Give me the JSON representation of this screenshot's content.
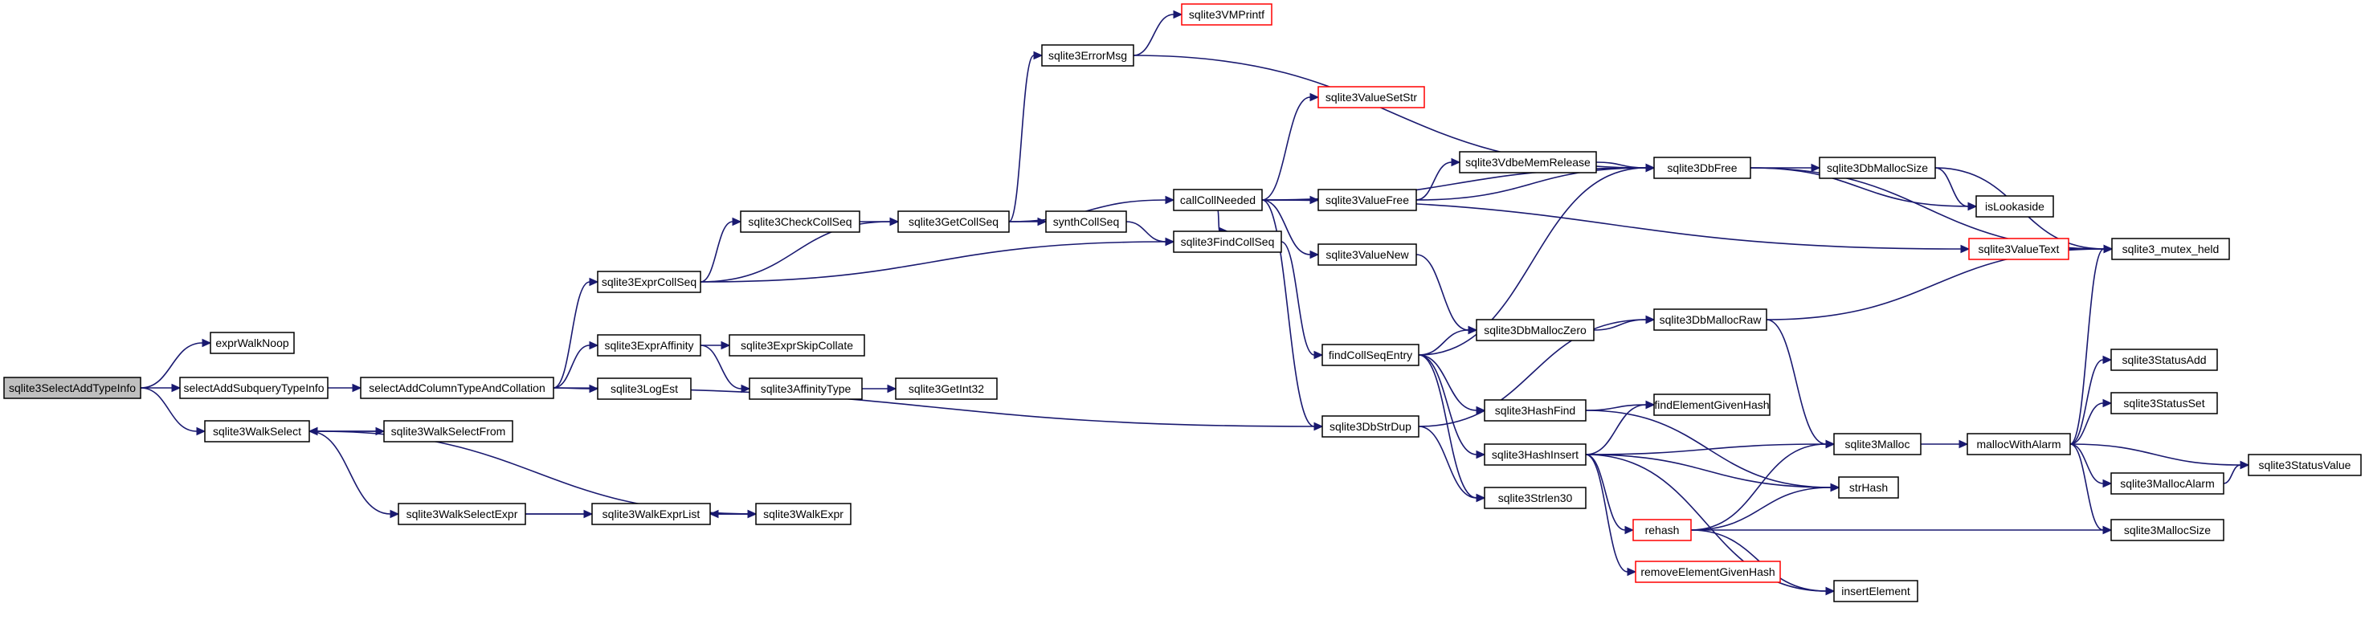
{
  "colors": {
    "edge": "#191970",
    "node_border": "#000000",
    "node_border_truncated": "#ff0000",
    "root_fill": "#bfbfbf",
    "node_fill": "#ffffff"
  },
  "nodes": [
    {
      "id": "n_select_add_type_info",
      "label": "sqlite3SelectAddTypeInfo",
      "root": true
    },
    {
      "id": "n_expr_walk_noop",
      "label": "exprWalkNoop"
    },
    {
      "id": "n_select_add_subquery",
      "label": "selectAddSubqueryTypeInfo"
    },
    {
      "id": "n_walk_select",
      "label": "sqlite3WalkSelect"
    },
    {
      "id": "n_select_add_column",
      "label": "selectAddColumnTypeAndCollation"
    },
    {
      "id": "n_walk_select_from",
      "label": "sqlite3WalkSelectFrom"
    },
    {
      "id": "n_walk_select_expr",
      "label": "sqlite3WalkSelectExpr"
    },
    {
      "id": "n_expr_coll_seq",
      "label": "sqlite3ExprCollSeq"
    },
    {
      "id": "n_expr_affinity",
      "label": "sqlite3ExprAffinity"
    },
    {
      "id": "n_log_est",
      "label": "sqlite3LogEst"
    },
    {
      "id": "n_walk_expr_list",
      "label": "sqlite3WalkExprList"
    },
    {
      "id": "n_walk_expr",
      "label": "sqlite3WalkExpr"
    },
    {
      "id": "n_check_coll_seq",
      "label": "sqlite3CheckCollSeq"
    },
    {
      "id": "n_expr_skip_collate",
      "label": "sqlite3ExprSkipCollate"
    },
    {
      "id": "n_affinity_type",
      "label": "sqlite3AffinityType"
    },
    {
      "id": "n_get_int32",
      "label": "sqlite3GetInt32"
    },
    {
      "id": "n_error_msg",
      "label": "sqlite3ErrorMsg"
    },
    {
      "id": "n_vmprintf",
      "label": "sqlite3VMPrintf",
      "truncated": true
    },
    {
      "id": "n_get_coll_seq",
      "label": "sqlite3GetCollSeq"
    },
    {
      "id": "n_synth_coll_seq",
      "label": "synthCollSeq"
    },
    {
      "id": "n_coll_needed",
      "label": "callCollNeeded"
    },
    {
      "id": "n_value_set_str",
      "label": "sqlite3ValueSetStr",
      "truncated": true
    },
    {
      "id": "n_value_free",
      "label": "sqlite3ValueFree"
    },
    {
      "id": "n_value_new",
      "label": "sqlite3ValueNew"
    },
    {
      "id": "n_find_coll_seq",
      "label": "sqlite3FindCollSeq"
    },
    {
      "id": "n_find_coll_seq_entry",
      "label": "findCollSeqEntry"
    },
    {
      "id": "n_db_str_dup",
      "label": "sqlite3DbStrDup"
    },
    {
      "id": "n_vdbe_mem_release",
      "label": "sqlite3VdbeMemRelease"
    },
    {
      "id": "n_db_malloc_zero",
      "label": "sqlite3DbMallocZero"
    },
    {
      "id": "n_hash_find",
      "label": "sqlite3HashFind"
    },
    {
      "id": "n_hash_insert",
      "label": "sqlite3HashInsert"
    },
    {
      "id": "n_strlen30",
      "label": "sqlite3Strlen30"
    },
    {
      "id": "n_db_free",
      "label": "sqlite3DbFree"
    },
    {
      "id": "n_db_malloc_raw",
      "label": "sqlite3DbMallocRaw"
    },
    {
      "id": "n_find_element_given_hash",
      "label": "findElementGivenHash"
    },
    {
      "id": "n_malloc",
      "label": "sqlite3Malloc"
    },
    {
      "id": "n_rehash",
      "label": "rehash",
      "truncated": true
    },
    {
      "id": "n_remove_element",
      "label": "removeElementGivenHash",
      "truncated": true
    },
    {
      "id": "n_str_hash",
      "label": "strHash"
    },
    {
      "id": "n_insert_element",
      "label": "insertElement"
    },
    {
      "id": "n_db_malloc_size",
      "label": "sqlite3DbMallocSize"
    },
    {
      "id": "n_value_text",
      "label": "sqlite3ValueText",
      "truncated": true
    },
    {
      "id": "n_is_lookaside",
      "label": "isLookaside"
    },
    {
      "id": "n_mutex_held",
      "label": "sqlite3_mutex_held"
    },
    {
      "id": "n_malloc_with_alarm",
      "label": "mallocWithAlarm"
    },
    {
      "id": "n_status_add",
      "label": "sqlite3StatusAdd"
    },
    {
      "id": "n_status_set",
      "label": "sqlite3StatusSet"
    },
    {
      "id": "n_malloc_alarm",
      "label": "sqlite3MallocAlarm"
    },
    {
      "id": "n_malloc_size",
      "label": "sqlite3MallocSize"
    },
    {
      "id": "n_status_value",
      "label": "sqlite3StatusValue"
    }
  ],
  "edges": [
    [
      "n_select_add_type_info",
      "n_expr_walk_noop"
    ],
    [
      "n_select_add_type_info",
      "n_select_add_subquery"
    ],
    [
      "n_select_add_type_info",
      "n_walk_select"
    ],
    [
      "n_select_add_subquery",
      "n_select_add_column"
    ],
    [
      "n_select_add_column",
      "n_expr_coll_seq"
    ],
    [
      "n_select_add_column",
      "n_expr_affinity"
    ],
    [
      "n_select_add_column",
      "n_log_est"
    ],
    [
      "n_select_add_column",
      "n_db_str_dup"
    ],
    [
      "n_walk_select",
      "n_walk_select_from"
    ],
    [
      "n_walk_select",
      "n_walk_select_expr"
    ],
    [
      "n_walk_select_from",
      "n_walk_select"
    ],
    [
      "n_walk_select_expr",
      "n_walk_expr_list"
    ],
    [
      "n_walk_select_expr",
      "n_walk_expr"
    ],
    [
      "n_walk_expr_list",
      "n_walk_expr"
    ],
    [
      "n_walk_expr",
      "n_walk_expr_list"
    ],
    [
      "n_walk_expr",
      "n_walk_select"
    ],
    [
      "n_expr_coll_seq",
      "n_check_coll_seq"
    ],
    [
      "n_expr_coll_seq",
      "n_get_coll_seq"
    ],
    [
      "n_expr_coll_seq",
      "n_find_coll_seq"
    ],
    [
      "n_expr_affinity",
      "n_expr_skip_collate"
    ],
    [
      "n_expr_affinity",
      "n_affinity_type"
    ],
    [
      "n_affinity_type",
      "n_get_int32"
    ],
    [
      "n_check_coll_seq",
      "n_get_coll_seq"
    ],
    [
      "n_get_coll_seq",
      "n_error_msg"
    ],
    [
      "n_get_coll_seq",
      "n_synth_coll_seq"
    ],
    [
      "n_get_coll_seq",
      "n_coll_needed"
    ],
    [
      "n_error_msg",
      "n_vmprintf"
    ],
    [
      "n_error_msg",
      "n_db_free"
    ],
    [
      "n_synth_coll_seq",
      "n_find_coll_seq"
    ],
    [
      "n_coll_needed",
      "n_value_set_str"
    ],
    [
      "n_coll_needed",
      "n_value_free"
    ],
    [
      "n_coll_needed",
      "n_db_free"
    ],
    [
      "n_coll_needed",
      "n_value_text"
    ],
    [
      "n_coll_needed",
      "n_value_new"
    ],
    [
      "n_coll_needed",
      "n_db_str_dup"
    ],
    [
      "n_coll_needed",
      "n_find_coll_seq"
    ],
    [
      "n_value_free",
      "n_vdbe_mem_release"
    ],
    [
      "n_value_free",
      "n_db_free"
    ],
    [
      "n_vdbe_mem_release",
      "n_db_free"
    ],
    [
      "n_value_new",
      "n_db_malloc_zero"
    ],
    [
      "n_find_coll_seq",
      "n_find_coll_seq_entry"
    ],
    [
      "n_find_coll_seq_entry",
      "n_db_free"
    ],
    [
      "n_find_coll_seq_entry",
      "n_db_malloc_zero"
    ],
    [
      "n_find_coll_seq_entry",
      "n_hash_find"
    ],
    [
      "n_find_coll_seq_entry",
      "n_hash_insert"
    ],
    [
      "n_find_coll_seq_entry",
      "n_strlen30"
    ],
    [
      "n_db_str_dup",
      "n_db_malloc_raw"
    ],
    [
      "n_db_str_dup",
      "n_strlen30"
    ],
    [
      "n_db_malloc_zero",
      "n_db_malloc_raw"
    ],
    [
      "n_hash_find",
      "n_find_element_given_hash"
    ],
    [
      "n_hash_find",
      "n_str_hash"
    ],
    [
      "n_hash_insert",
      "n_find_element_given_hash"
    ],
    [
      "n_hash_insert",
      "n_malloc"
    ],
    [
      "n_hash_insert",
      "n_rehash"
    ],
    [
      "n_hash_insert",
      "n_remove_element"
    ],
    [
      "n_hash_insert",
      "n_str_hash"
    ],
    [
      "n_hash_insert",
      "n_insert_element"
    ],
    [
      "n_db_free",
      "n_db_malloc_size"
    ],
    [
      "n_db_free",
      "n_is_lookaside"
    ],
    [
      "n_db_free",
      "n_mutex_held"
    ],
    [
      "n_db_malloc_size",
      "n_is_lookaside"
    ],
    [
      "n_db_malloc_size",
      "n_mutex_held"
    ],
    [
      "n_value_text",
      "n_mutex_held"
    ],
    [
      "n_db_malloc_raw",
      "n_mutex_held"
    ],
    [
      "n_db_malloc_raw",
      "n_malloc"
    ],
    [
      "n_rehash",
      "n_malloc"
    ],
    [
      "n_rehash",
      "n_str_hash"
    ],
    [
      "n_rehash",
      "n_malloc_size"
    ],
    [
      "n_rehash",
      "n_insert_element"
    ],
    [
      "n_malloc",
      "n_malloc_with_alarm"
    ],
    [
      "n_malloc_with_alarm",
      "n_mutex_held"
    ],
    [
      "n_malloc_with_alarm",
      "n_status_add"
    ],
    [
      "n_malloc_with_alarm",
      "n_status_set"
    ],
    [
      "n_malloc_with_alarm",
      "n_status_value"
    ],
    [
      "n_malloc_with_alarm",
      "n_malloc_alarm"
    ],
    [
      "n_malloc_with_alarm",
      "n_malloc_size"
    ],
    [
      "n_malloc_alarm",
      "n_status_value"
    ]
  ]
}
